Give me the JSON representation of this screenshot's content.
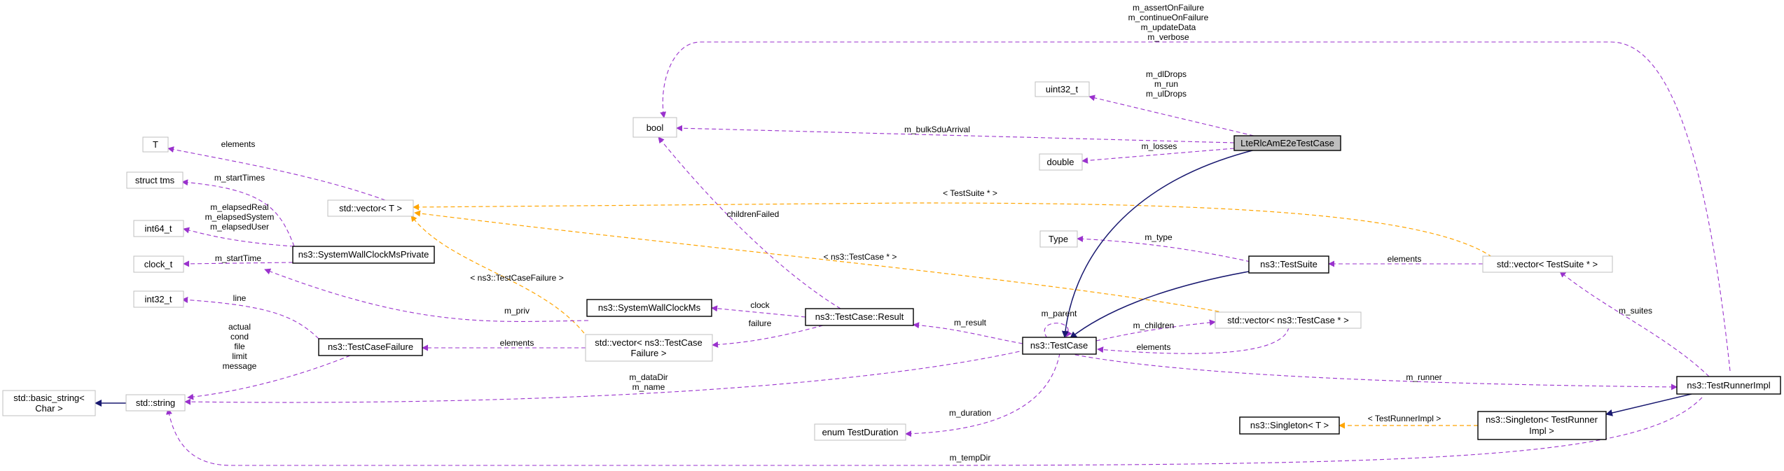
{
  "nodes": {
    "lteRlcAmE2eTestCase": "LteRlcAmE2eTestCase",
    "uint32_t": "uint32_t",
    "bool": "bool",
    "double": "double",
    "T": "T",
    "structTms": "struct tms",
    "int64_t": "int64_t",
    "clock_t": "clock_t",
    "int32_t": "int32_t",
    "basicString": [
      "std::basic_string<",
      "Char >"
    ],
    "stdString": "std::string",
    "vectorT": "std::vector< T >",
    "sysWallPrivate": "ns3::SystemWallClockMsPrivate",
    "testCaseFailure": "ns3::TestCaseFailure",
    "sysWall": "ns3::SystemWallClockMs",
    "vectorFailure": [
      "std::vector< ns3::TestCase",
      "Failure >"
    ],
    "result": "ns3::TestCase::Result",
    "testCase": "ns3::TestCase",
    "type": "Type",
    "testSuite": "ns3::TestSuite",
    "vectorTestCase": "std::vector< ns3::TestCase * >",
    "vectorTestSuite": "std::vector< TestSuite * >",
    "enumDuration": "enum TestDuration",
    "singletonT": "ns3::Singleton< T >",
    "singletonRunner": [
      "ns3::Singleton< TestRunner",
      "Impl >"
    ],
    "testRunnerImpl": "ns3::TestRunnerImpl"
  },
  "edge_labels": {
    "runnerFlags": [
      "m_assertOnFailure",
      "m_continueOnFailure",
      "m_updateData",
      "m_verbose"
    ],
    "drops": [
      "m_dlDrops",
      "m_run",
      "m_ulDrops"
    ],
    "bulkSdu": "m_bulkSduArrival",
    "losses": "m_losses",
    "elementsT": "elements",
    "startTimes": "m_startTimes",
    "elapsed": [
      "m_elapsedReal",
      "m_elapsedSystem",
      "m_elapsedUser"
    ],
    "startTime": "m_startTime",
    "line": "line",
    "failureFields": [
      "actual",
      "cond",
      "file",
      "limit",
      "message"
    ],
    "childrenFailed": "childrenFailed",
    "tmplTestSuite": "< TestSuite * >",
    "tmplTestCase": "< ns3::TestCase * >",
    "tmplFailure": "< ns3::TestCaseFailure >",
    "mType": "m_type",
    "elementsSuite": "elements",
    "mPriv": "m_priv",
    "clock": "clock",
    "failure": "failure",
    "elementsFailure": "elements",
    "mResult": "m_result",
    "mParent": "m_parent",
    "mChildren": "m_children",
    "elementsChildren": "elements",
    "mSuites": "m_suites",
    "dataDir": [
      "m_dataDir",
      "m_name"
    ],
    "mRunner": "m_runner",
    "mDuration": "m_duration",
    "tmplRunner": "< TestRunnerImpl >",
    "tempDir": "m_tempDir"
  },
  "colors": {
    "usage_edge": "#9a32cd",
    "template_edge": "#ffa500",
    "inheritance_edge": "#191970",
    "focus_fill": "#bfbfbf",
    "grey_border": "#bfbfbf"
  }
}
